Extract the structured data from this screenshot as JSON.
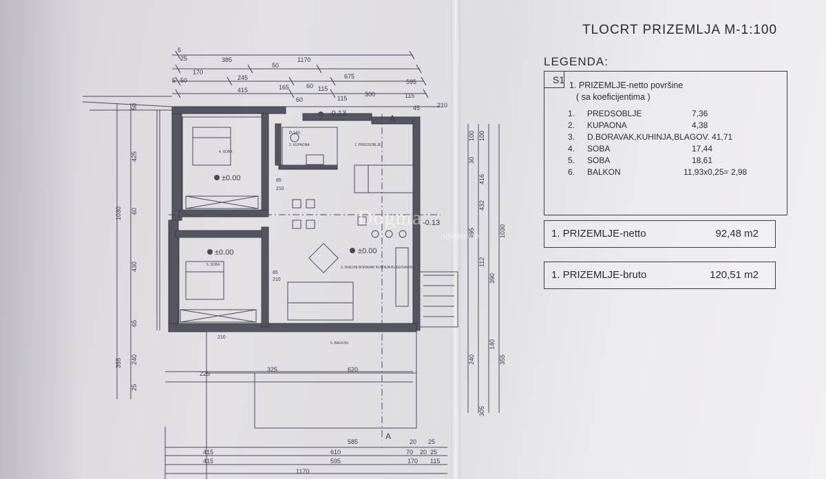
{
  "title": "TLOCRT PRIZEMLJA M-1:100",
  "legend": {
    "heading": "LEGENDA:",
    "section": "S1",
    "subtitle_line1": "1. PRIZEMLJE-netto površine",
    "subtitle_line2": "( sa koeficijentima )",
    "rows": [
      {
        "n": "1.",
        "label": "PREDSOBLJE",
        "value": "7,36"
      },
      {
        "n": "2.",
        "label": "KUPAONA",
        "value": "4,38"
      },
      {
        "n": "3.",
        "label": "D.BORAVAK,KUHINJA,BLAGOV. 41,71",
        "value": ""
      },
      {
        "n": "4.",
        "label": "SOBA",
        "value": "17,44"
      },
      {
        "n": "5.",
        "label": "SOBA",
        "value": "18,61"
      },
      {
        "n": "6.",
        "label": "BALKON",
        "value": "11,93x0,25= 2,98"
      }
    ]
  },
  "totals": {
    "netto_label": "1. PRIZEMLJE-netto",
    "netto_value": "92,48 m2",
    "bruto_label": "1. PRIZEMLJE-bruto",
    "bruto_value": "120,51 m2"
  },
  "plan": {
    "top_dims_row1": [
      "5",
      "25",
      "385",
      "1170"
    ],
    "top_dims_row2": [
      "170",
      "245",
      "50",
      "675"
    ],
    "top_dims_row3": [
      "5",
      "50",
      "165",
      "60",
      "115",
      "595"
    ],
    "top_dims_row4": [
      "415",
      "60",
      "115",
      "300",
      "115"
    ],
    "top_dims_row5": [
      "45",
      "210"
    ],
    "left_dims": [
      "50",
      "425",
      "1030",
      "60",
      "430",
      "65",
      "240",
      "355",
      "25"
    ],
    "right_dims": [
      "100",
      "100",
      "30",
      "416",
      "432",
      "995",
      "1030",
      "112",
      "390",
      "140",
      "240",
      "355",
      "305"
    ],
    "bottom_dims_row1": [
      "225",
      "325",
      "620"
    ],
    "bottom_dims_row2": [
      "585",
      "20",
      "25"
    ],
    "bottom_dims_row3": [
      "415",
      "610",
      "70",
      "20",
      "25"
    ],
    "bottom_dims_row4": [
      "415",
      "595",
      "170",
      "115"
    ],
    "bottom_dims_row5": [
      "1170"
    ],
    "levels": [
      "-0.13",
      "±0.00",
      "±0.00",
      "±0.00",
      "-0.13"
    ],
    "section_marks": [
      "A",
      "A"
    ],
    "room_labels": [
      "4. SOBA",
      "P-160",
      "2. KUPAONA",
      "1. PREDSOBLJE",
      "5. SOBA",
      "3. DNEVNI BORAVAK KUHINJA BLAGOVAONA",
      "6. BALKON"
    ],
    "door_dims": [
      "85",
      "210",
      "85",
      "210",
      "210"
    ]
  },
  "watermark": {
    "brand": "Dogma",
    "sub": "nekretnine"
  }
}
